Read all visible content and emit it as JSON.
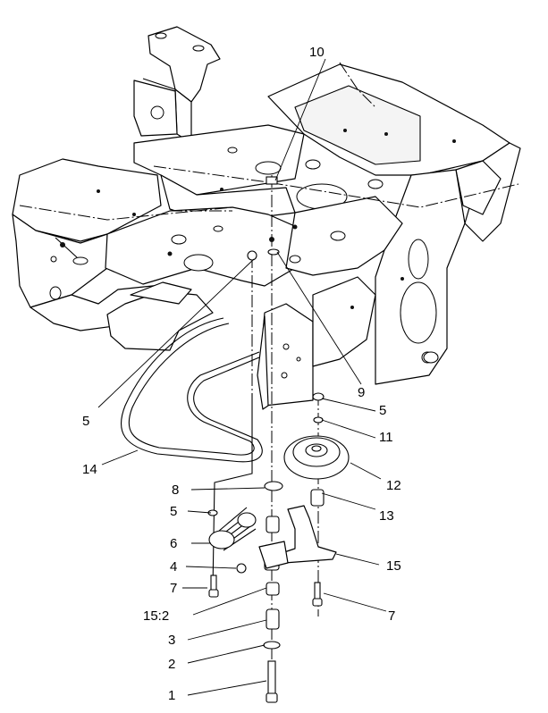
{
  "callouts": [
    {
      "id": "c10",
      "text": "10"
    },
    {
      "id": "c9",
      "text": "9"
    },
    {
      "id": "c5a",
      "text": "5"
    },
    {
      "id": "c5b",
      "text": "5"
    },
    {
      "id": "c11",
      "text": "11"
    },
    {
      "id": "c14",
      "text": "14"
    },
    {
      "id": "c12",
      "text": "12"
    },
    {
      "id": "c8",
      "text": "8"
    },
    {
      "id": "c13",
      "text": "13"
    },
    {
      "id": "c5c",
      "text": "5"
    },
    {
      "id": "c6",
      "text": "6"
    },
    {
      "id": "c15",
      "text": "15"
    },
    {
      "id": "c4",
      "text": "4"
    },
    {
      "id": "c7a",
      "text": "7"
    },
    {
      "id": "c7b",
      "text": "7"
    },
    {
      "id": "c152",
      "text": "15:2"
    },
    {
      "id": "c3",
      "text": "3"
    },
    {
      "id": "c2",
      "text": "2"
    },
    {
      "id": "c1",
      "text": "1"
    }
  ]
}
